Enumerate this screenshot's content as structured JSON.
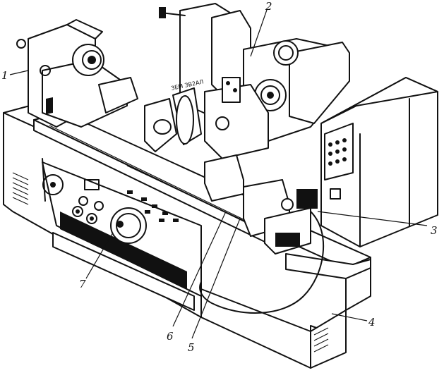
{
  "figure": {
    "callouts": [
      {
        "id": "1",
        "label": "1"
      },
      {
        "id": "2",
        "label": "2"
      },
      {
        "id": "3",
        "label": "3"
      },
      {
        "id": "4",
        "label": "4"
      },
      {
        "id": "5",
        "label": "5"
      },
      {
        "id": "6",
        "label": "6"
      },
      {
        "id": "7",
        "label": "7"
      }
    ],
    "plate_text": "ЗЕМ ЗВ2АЛ",
    "colors": {
      "ink": "#111111",
      "paper": "#ffffff"
    }
  }
}
